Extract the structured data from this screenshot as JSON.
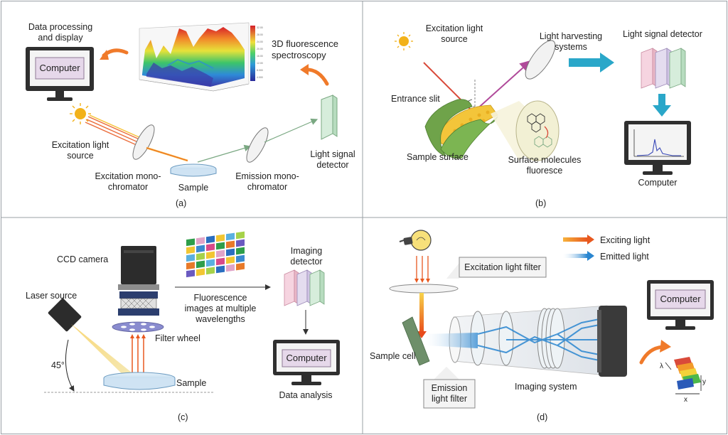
{
  "panel_a": {
    "caption": "(a)",
    "data_processing": "Data processing\nand display",
    "computer": "Computer",
    "fluorescence_3d": "3D fluorescence\nspectroscopy",
    "excitation_source": "Excitation light\nsource",
    "excitation_mono": "Excitation mono-\nchromator",
    "sample": "Sample",
    "emission_mono": "Emission mono-\nchromator",
    "detector": "Light signal\ndetector"
  },
  "panel_b": {
    "caption": "(b)",
    "excitation_source": "Excitation light\nsource",
    "harvesting": "Light harvesting\nsystems",
    "detector": "Light signal detector",
    "entrance_slit": "Entrance slit",
    "sample_surface": "Sample surface",
    "molecules": "Surface molecules\nfluoresce",
    "computer": "Computer"
  },
  "panel_c": {
    "caption": "(c)",
    "ccd": "CCD camera",
    "laser": "Laser source",
    "filter_wheel": "Filter wheel",
    "angle": "45°",
    "sample": "Sample",
    "images": "Fluorescence\nimages at multiple\nwavelengths",
    "imaging_detector": "Imaging\ndetector",
    "computer": "Computer",
    "analysis": "Data analysis"
  },
  "panel_d": {
    "caption": "(d)",
    "exciting_light": "Exciting light",
    "emitted_light": "Emitted light",
    "excitation_filter": "Excitation light filter",
    "computer": "Computer",
    "sample_cell": "Sample cell",
    "emission_filter": "Emission\nlight filter",
    "imaging_system": "Imaging system",
    "axis_x": "x",
    "axis_y": "y",
    "axis_z": "λ"
  },
  "colors": {
    "border": "#9aa0a6",
    "orange": "#f07a2a",
    "teal": "#2aa7c9",
    "laser": "#f2c14e",
    "screen": "#e6d8ea"
  }
}
